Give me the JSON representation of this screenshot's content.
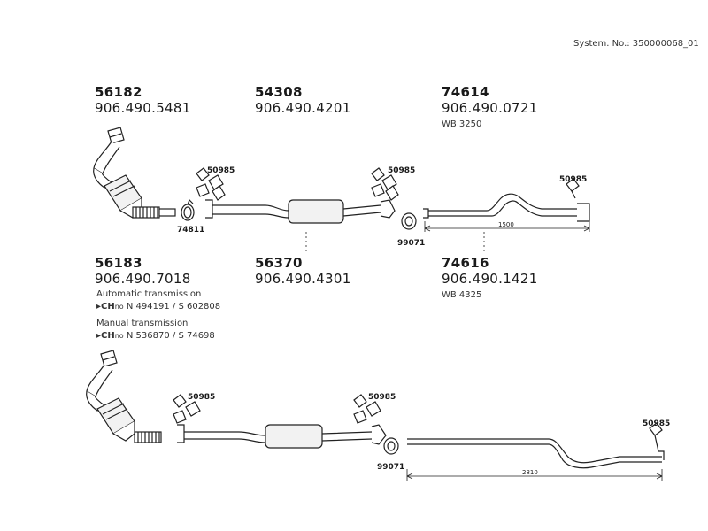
{
  "system_number": "System. No.: 350000068_01",
  "parts": {
    "p56182": {
      "number": "56182",
      "oe": "906.490.5481"
    },
    "p54308": {
      "number": "54308",
      "oe": "906.490.4201"
    },
    "p74614": {
      "number": "74614",
      "oe": "906.490.0721",
      "note": "WB 3250"
    },
    "p56183": {
      "number": "56183",
      "oe": "906.490.7018",
      "automatic_label": "Automatic transmission",
      "automatic_ch_prefix": "▸CH",
      "automatic_ch_suffix": "no",
      "automatic_ch_value": " N 494191 / S 602808",
      "manual_label": "Manual transmission",
      "manual_ch_prefix": "▸CH",
      "manual_ch_suffix": "no",
      "manual_ch_value": " N 536870 / S 74698"
    },
    "p56370": {
      "number": "56370",
      "oe": "906.490.4301"
    },
    "p74616": {
      "number": "74616",
      "oe": "906.490.1421",
      "note": "WB 4325"
    }
  },
  "refs": {
    "r50985_a": "50985",
    "r50985_b": "50985",
    "r50985_c": "50985",
    "r50985_d": "50985",
    "r50985_e": "50985",
    "r50985_f": "50985",
    "r74811": "74811",
    "r99071_a": "99071",
    "r99071_b": "99071"
  },
  "dimensions": {
    "top_pipe": "1500",
    "bottom_pipe": "2810"
  }
}
